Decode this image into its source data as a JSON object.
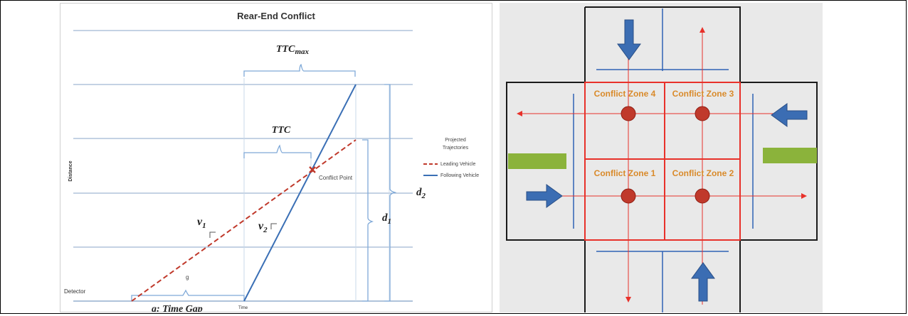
{
  "rear_end": {
    "title": "Rear-End Conflict",
    "ttc_max": {
      "base": "TTC",
      "sub": "max"
    },
    "ttc": "TTC",
    "v1": {
      "base": "v",
      "sub": "1"
    },
    "v2": {
      "base": "v",
      "sub": "2"
    },
    "d1": {
      "base": "d",
      "sub": "1"
    },
    "d2": {
      "base": "d",
      "sub": "2"
    },
    "g_small": "g",
    "time_gap": "g: Time Gap",
    "detector": "Detector",
    "time_axis": "Time",
    "distance_axis": "Distance",
    "conflict_point": "Conflict Point",
    "legend": {
      "title_line1": "Projected",
      "title_line2": "Trajectories",
      "leading": "Leading Vehicle",
      "following": "Following Vehicle"
    },
    "colors": {
      "leading": "#c0392b",
      "following": "#3a6fb5",
      "brace": "#7fa9d8"
    }
  },
  "intersection": {
    "zones": [
      "Conflict Zone 4",
      "Conflict Zone 3",
      "Conflict Zone 1",
      "Conflict Zone 2"
    ],
    "colors": {
      "zone_border": "#e8312a",
      "zone_text": "#d98a2a",
      "dot": "#c0392b",
      "arrow": "#3b6db3",
      "green_bar": "#8bb33b",
      "lane_line": "#2f62b5",
      "background": "#e9e9e9"
    }
  }
}
